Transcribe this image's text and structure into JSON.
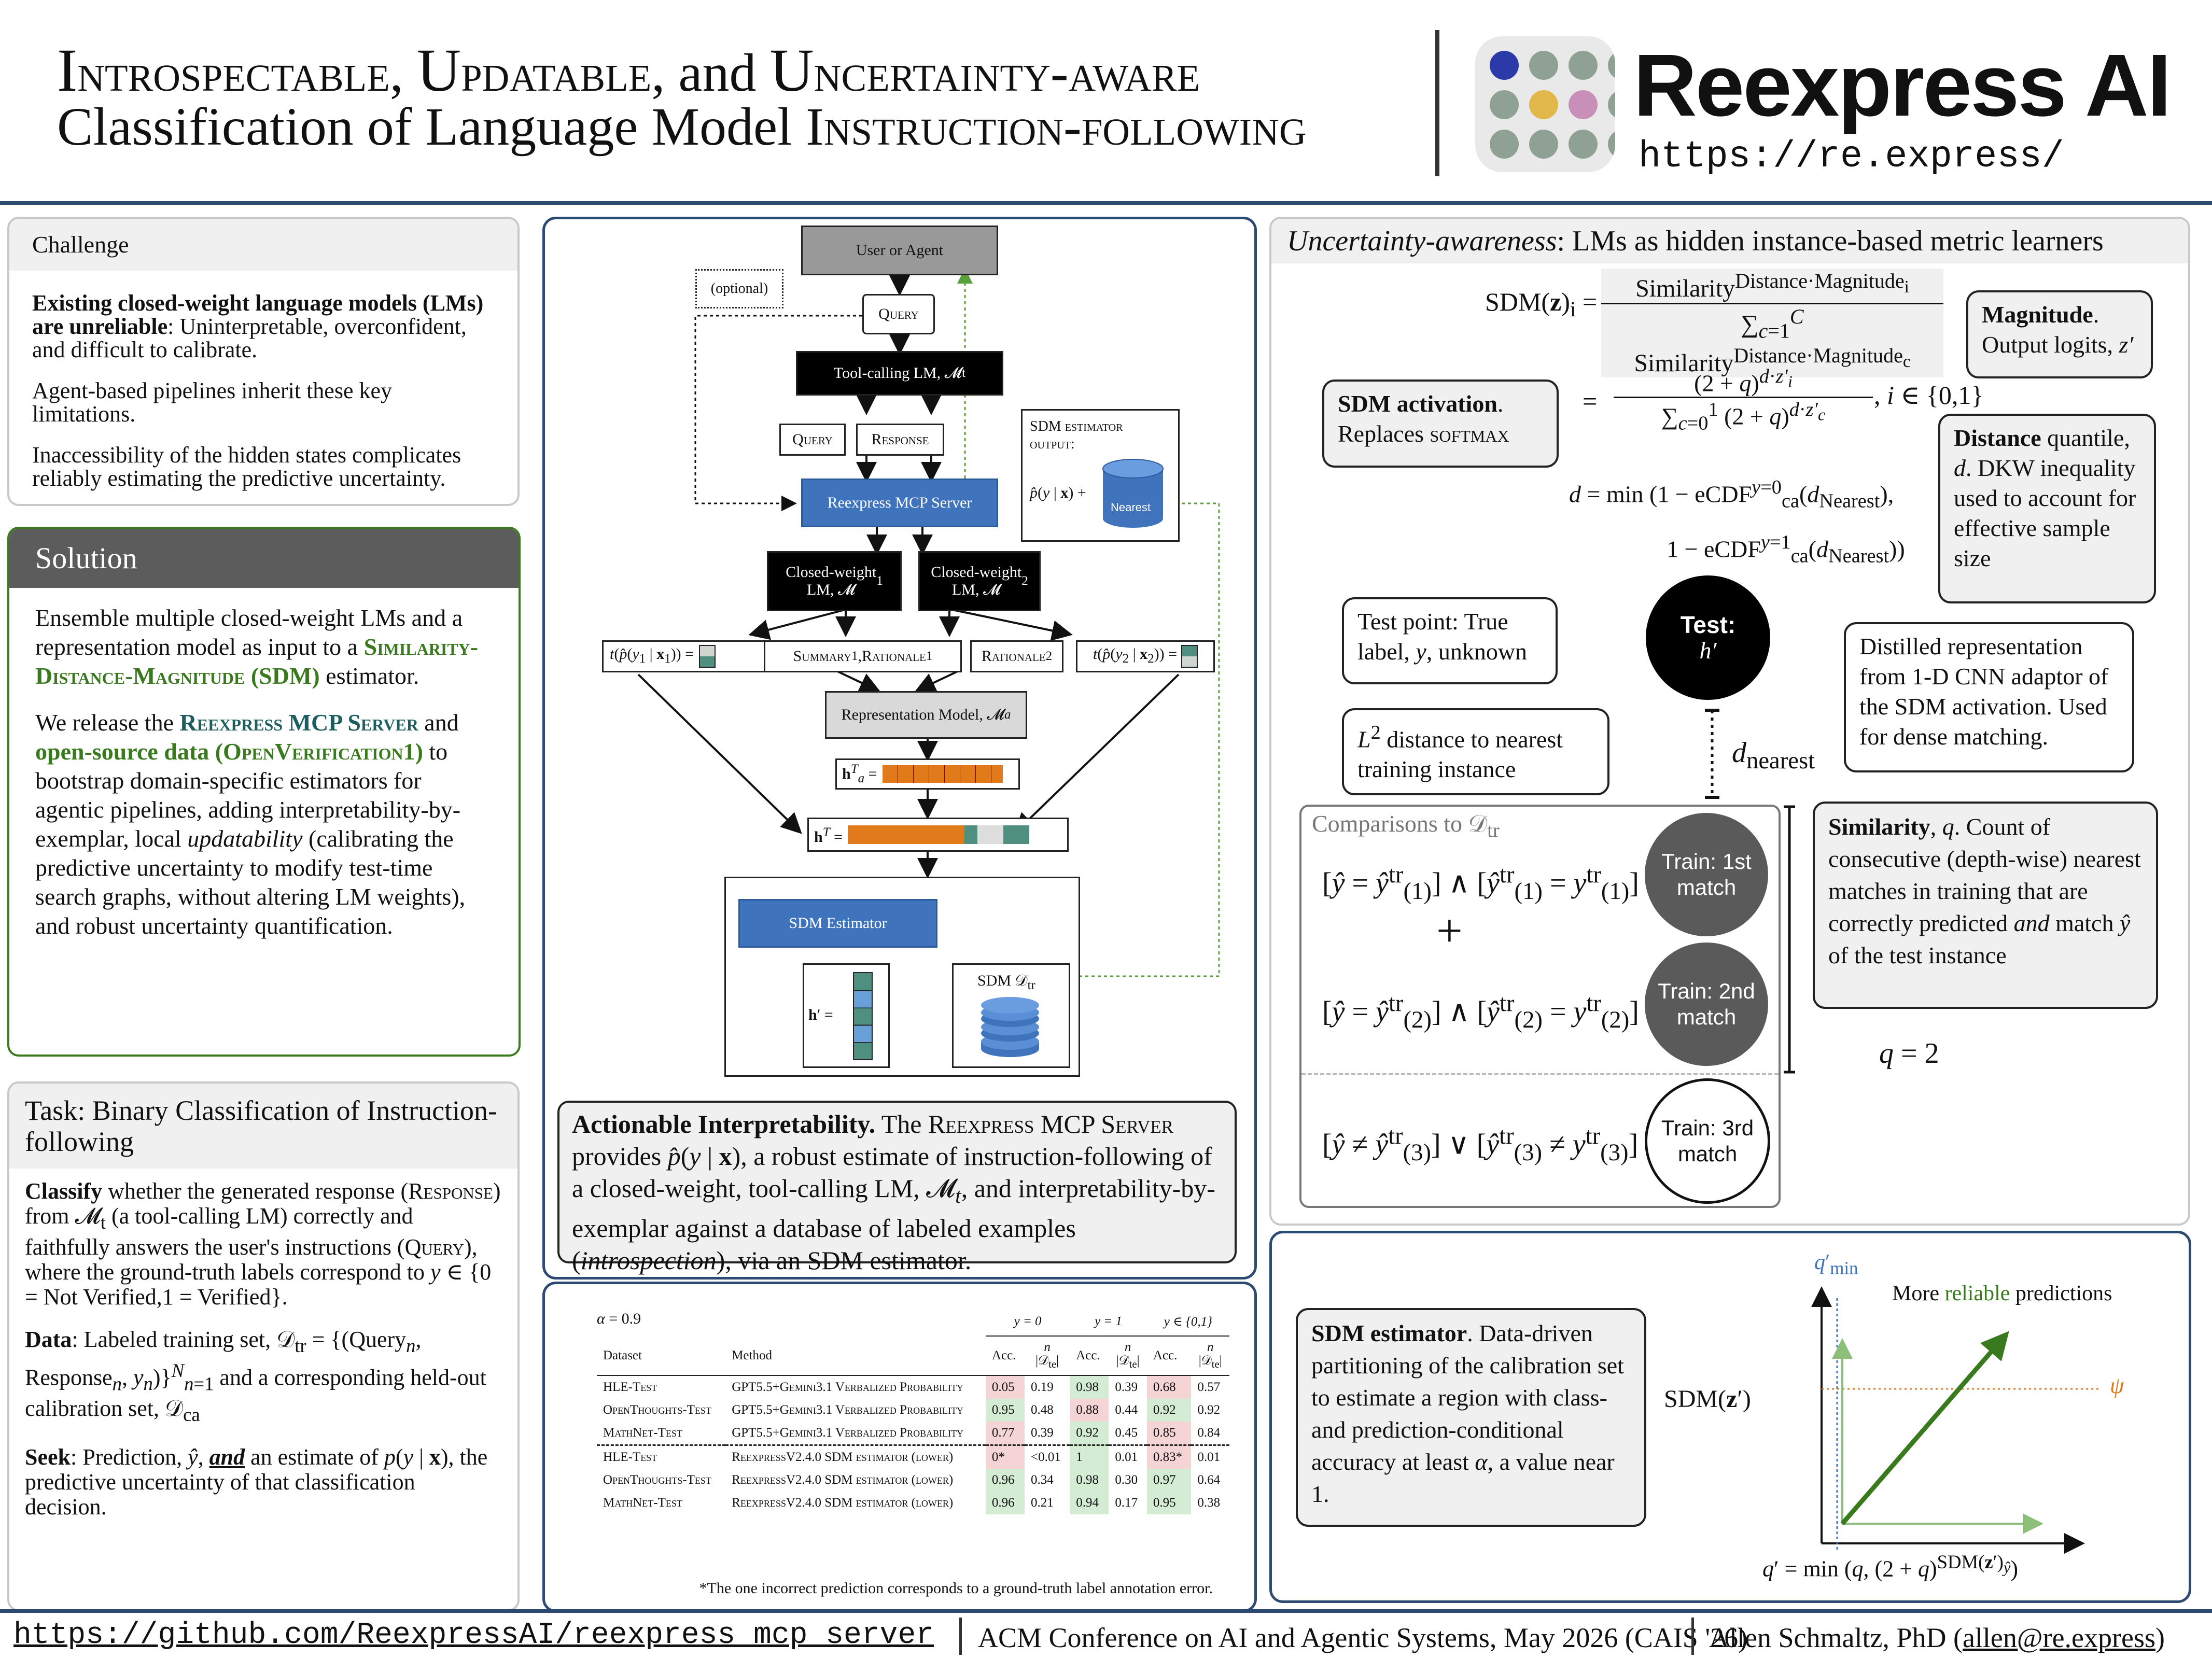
{
  "header": {
    "title_line1_html": "<span style=\"font-size:118px\">I</span><span class=\"sc\">ntrospectable</span>, <span style=\"font-size:118px\">U</span><span class=\"sc\">pdatable</span>, and <span style=\"font-size:118px\">U</span><span class=\"sc\">ncertainty-aware</span>",
    "title_line2_html": "Classification of Language Model <span class=\"sc\">Instruction-following</span>",
    "brand": "Reexpress AI",
    "url": "https://re.express/"
  },
  "challenge": {
    "title": "Challenge",
    "p1_bold": "Existing closed-weight language models (LMs) are unreliable",
    "p1_rest": ": Uninterpretable, overconfident, and difficult to calibrate.",
    "p2": "Agent-based pipelines inherit these key limitations.",
    "p3": "Inaccessibility of the hidden states complicates reliably estimating the predictive uncertainty."
  },
  "solution": {
    "title": "Solution",
    "p1_html": "Ensemble multiple closed-weight LMs and a representation model as input to a <span class=\"green sc\">Similarity-Distance-Magnitude (SDM)</span> estimator.",
    "p2_html": "We release the <span class=\"teal sc\">Reexpress MCP Server</span> and <span class=\"green\">open-source data (<span class=\"sc\">OpenVerification1</span>)</span> to bootstrap domain-specific estimators for agentic pipelines, adding interpretability-by-exemplar, local <i>updatability</i> (calibrating the predictive uncertainty to modify test-time search graphs, without altering LM weights), and robust uncertainty quantification."
  },
  "task": {
    "title": "Task: Binary Classification of Instruction-following",
    "p1_html": "<b>Classify</b> whether the generated response (<span class=\"sc\">Response</span>) from 𝓜<sub>t</sub> (a tool-calling LM) correctly and faithfully answers the user's instructions (<span class=\"sc\">Query</span>), where the ground-truth labels correspond to <i>y</i> ∈ {0 = Not Verified,1 = Verified}.",
    "p2_html": "<b>Data</b>: Labeled training set, 𝒟<sub>tr</sub> = {(Query<sub><i>n</i></sub>, Response<sub><i>n</i></sub>, <i>y<sub>n</sub></i>)}<sup><i>N</i></sup><sub><i>n</i>=1</sub> and a corresponding held-out calibration set, 𝒟<sub>ca</sub>",
    "p3_html": "<b>Seek</b>: Prediction, <i>ŷ</i>, <b><i><u>and</u></i></b> an estimate of <i>p</i>(<i>y</i> | <b>x</b>), the predictive uncertainty of that classification decision."
  },
  "diagram": {
    "user_agent": "User or Agent",
    "optional": "(optional)",
    "query": "Query",
    "tool_lm_html": "Tool-calling LM, 𝓜<sub>t</sub>",
    "response": "Response",
    "sdm_output_title": "SDM estimator output:",
    "nearest": "Nearest",
    "mcp_server": "Reexpress MCP Server",
    "lm1_html": "Closed-weight<br>LM, 𝓜<sub>1</sub>",
    "lm2_html": "Closed-weight<br>LM, 𝓜<sub>2</sub>",
    "t1_html": "<i>t</i>(<i>p̂</i>(<i>y</i><sub>1</sub> | <b>x</b><sub>1</sub>)) =",
    "summary_html": "<span class=\"sc\">Summary</span><sub>1</sub>, <span class=\"sc\">Rationale</span><sub>1</sub>",
    "rationale2_html": "<span class=\"sc\">Rationale</span><sub>2</sub>",
    "t2_html": "<i>t</i>(<i>p̂</i>(<i>y</i><sub>2</sub> | <b>x</b><sub>2</sub>)) =",
    "rep_model_html": "Representation Model, 𝓜<sub><i>a</i></sub>",
    "ha_html": "<b>h</b><sup><i>T</i></sup><sub><i>a</i></sub> =",
    "hT_html": "<b>h</b><sup><i>T</i></sup> =",
    "sdm_estimator": "SDM Estimator",
    "hprime_html": "<b>h</b>′ =",
    "sdm_dtr_html": "SDM 𝒟<sub>tr</sub>",
    "phat_html": "<i>p̂</i>(<i>y</i> | <b>x</b>) +"
  },
  "actionable": {
    "html": "<b>Actionable Interpretability.</b> The <span class=\"sc\">Reexpress MCP Server</span> provides <i>p̂</i>(<i>y</i> | <b>x</b>), a robust estimate of instruction-following of a closed-weight, tool-calling LM, 𝓜<sub><i>t</i></sub>, and interpretability-by-exemplar against a database of labeled examples (<i>introspection</i>), via an SDM estimator."
  },
  "results": {
    "alpha_html": "<i>α</i> = 0.9",
    "col_groups": [
      "y = 0",
      "y = 1",
      "y ∈ {0,1}"
    ],
    "head_dataset": "Dataset",
    "head_method": "Method",
    "head_acc": "Acc.",
    "head_n_html": "<i>n</i><br>|𝒟<sub>te</sub>|",
    "rows": [
      {
        "dataset": "HLE-Test",
        "method": "GPT5.5+Gemini3.1 Verbalized Probability",
        "a0": "0.05",
        "n0": "0.19",
        "a1": "0.98",
        "n1": "0.39",
        "a2": "0.68",
        "n2": "0.57",
        "c0": "hl-r",
        "c1": "hl-g",
        "c2": "hl-r"
      },
      {
        "dataset": "OpenThoughts-Test",
        "method": "GPT5.5+Gemini3.1 Verbalized Probability",
        "a0": "0.95",
        "n0": "0.48",
        "a1": "0.88",
        "n1": "0.44",
        "a2": "0.92",
        "n2": "0.92",
        "c0": "hl-g",
        "c1": "hl-r",
        "c2": "hl-g"
      },
      {
        "dataset": "MathNet-Test",
        "method": "GPT5.5+Gemini3.1 Verbalized Probability",
        "a0": "0.77",
        "n0": "0.39",
        "a1": "0.92",
        "n1": "0.45",
        "a2": "0.85",
        "n2": "0.84",
        "c0": "hl-r",
        "c1": "hl-g",
        "c2": "hl-r"
      },
      {
        "dataset": "HLE-Test",
        "method": "ReexpressV2.4.0 SDM estimator (lower)",
        "a0": "0*",
        "n0": "<0.01",
        "a1": "1",
        "n1": "0.01",
        "a2": "0.83*",
        "n2": "0.01",
        "c0": "hl-r",
        "c1": "hl-g",
        "c2": "hl-r"
      },
      {
        "dataset": "OpenThoughts-Test",
        "method": "ReexpressV2.4.0 SDM estimator (lower)",
        "a0": "0.96",
        "n0": "0.34",
        "a1": "0.98",
        "n1": "0.30",
        "a2": "0.97",
        "n2": "0.64",
        "c0": "hl-g",
        "c1": "hl-g",
        "c2": "hl-g"
      },
      {
        "dataset": "MathNet-Test",
        "method": "ReexpressV2.4.0 SDM estimator (lower)",
        "a0": "0.96",
        "n0": "0.21",
        "a1": "0.94",
        "n1": "0.17",
        "a2": "0.95",
        "n2": "0.38",
        "c0": "hl-g",
        "c1": "hl-g",
        "c2": "hl-g"
      }
    ],
    "footnote": "*The one incorrect prediction corresponds to a ground-truth label annotation error."
  },
  "uncertainty": {
    "title_html": "<i>Uncertainty-awareness</i>: LMs as hidden instance-based metric learners",
    "eq1_lhs_html": "SDM(<b>z</b>)<sub>i</sub> =",
    "eq1_num_html": "Similarity<sup>Distance·Magnitude<sub>i</sub></sup>",
    "eq1_den_html": "∑<sub><i>c</i>=1</sub><sup><i>C</i></sup> Similarity<sup>Distance·Magnitude<sub>c</sub></sup>",
    "eq2_num_html": "(2 + <i>q</i>)<sup><i>d</i>·<i>z′<sub>i</sub></i></sup>",
    "eq2_den_html": "∑<sub><i>c</i>=0</sub><sup>1</sup> (2 + <i>q</i>)<sup><i>d</i>·<i>z′<sub>c</sub></i></sup>",
    "eq2_tail_html": ", <i>i</i> ∈ {0,1}",
    "eq_d1_html": "<i>d</i> = min (1 − eCDF<sup><i>y</i>=0</sup><sub>ca</sub>(<i>d</i><sub>Nearest</sub>),",
    "eq_d2_html": "1 − eCDF<sup><i>y</i>=1</sup><sub>ca</sub>(<i>d</i><sub>Nearest</sub>))",
    "magnitude_html": "<b>Magnitude</b>.<br>Output logits, <i>z′</i>",
    "sdm_activation_html": "<b>SDM activation</b>.<br>Replaces <span class=\"sc\">softmax</span>",
    "distance_html": "<b>Distance</b> quantile, <i>d</i>. DKW inequality used to account for effective sample size",
    "test_point": "Test point: True label, y, unknown",
    "test_point_html": "Test point: True label, <i>y</i>, unknown",
    "test_circle_title": "Test:",
    "test_circle_sub": "h′",
    "distilled": "Distilled representation from 1-D CNN adaptor of the SDM activation. Used for dense matching.",
    "l2_html": "<i>L</i><sup>2</sup> distance to nearest training instance",
    "dnearest_html": "<i>d</i><sub>nearest</sub>",
    "comparisons_html": "Comparisons to 𝒟<sub>tr</sub>",
    "cmp1_html": "[<i>ŷ</i> = <i>ŷ</i><sup>tr</sup><sub>(1)</sub>] ∧ [<i>ŷ</i><sup>tr</sup><sub>(1)</sub> = <i>y</i><sup>tr</sup><sub>(1)</sub>]",
    "plus": "+",
    "cmp2_html": "[<i>ŷ</i> = <i>ŷ</i><sup>tr</sup><sub>(2)</sub>] ∧ [<i>ŷ</i><sup>tr</sup><sub>(2)</sub> = <i>y</i><sup>tr</sup><sub>(2)</sub>]",
    "cmp3_html": "[<i>ŷ</i> ≠ <i>ŷ</i><sup>tr</sup><sub>(3)</sub>] ∨ [<i>ŷ</i><sup>tr</sup><sub>(3)</sub> ≠ <i>y</i><sup>tr</sup><sub>(3)</sub>]",
    "train1": "Train: 1st match",
    "train2": "Train: 2nd match",
    "train3": "Train: 3rd match",
    "similarity_html": "<b>Similarity</b>, <i>q</i>. Count of consecutive (depth-wise) nearest matches in training that are correctly predicted <i>and</i> match <i>ŷ</i> of the test instance",
    "q2_html": "<i>q</i> = 2"
  },
  "sdm_panel": {
    "text_html": "<b>SDM estimator</b>. Data-driven partitioning of the calibration set to estimate a region with class- and prediction-conditional accuracy at least <i>α</i>, a value near 1.",
    "ylabel_html": "SDM(<b>z</b>′)",
    "qmin_html": "<i>q</i>′<sub>min</sub>",
    "psi": "ψ",
    "arrow_label_pre": "More ",
    "arrow_label_green": "reliable",
    "arrow_label_post": " predictions",
    "xlabel_html": "<i>q</i>′ = min (<i>q</i>, (2 + <i>q</i>)<sup>SDM(<b>z</b>′)<sub><i>ŷ</i></sub></sup>)"
  },
  "footer": {
    "repo": "https://github.com/ReexpressAI/reexpress_mcp_server",
    "conference": "ACM Conference on AI and Agentic Systems, May 2026 (CAIS '26)",
    "author_pre": "Allen Schmaltz, PhD (",
    "email": "allen@re.express",
    "author_post": ")"
  },
  "colors": {
    "accent": "#2d4a72",
    "green": "#3a7a1e",
    "blue": "#3f74bd",
    "dark_grey": "#5a5a5a"
  }
}
